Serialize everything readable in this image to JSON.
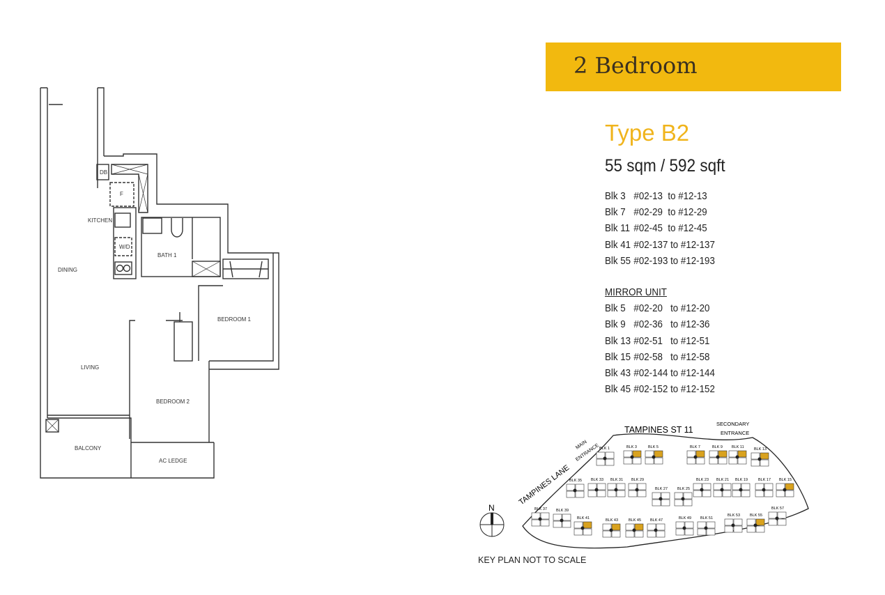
{
  "header": {
    "title": "2 Bedroom"
  },
  "unit": {
    "type": "Type B2",
    "area": "55 sqm / 592 sqft"
  },
  "units": [
    {
      "blk": "Blk 3",
      "from": "#02-13",
      "to": "to #12-13"
    },
    {
      "blk": "Blk 7",
      "from": "#02-29",
      "to": "to #12-29"
    },
    {
      "blk": "Blk 11",
      "from": "#02-45",
      "to": "to #12-45"
    },
    {
      "blk": "Blk 41",
      "from": "#02-137",
      "to": "to #12-137"
    },
    {
      "blk": "Blk 55",
      "from": "#02-193",
      "to": "to #12-193"
    }
  ],
  "mirror": {
    "heading": "MIRROR UNIT",
    "units": [
      {
        "blk": "Blk 5",
        "from": "#02-20",
        "to": "to #12-20"
      },
      {
        "blk": "Blk 9",
        "from": "#02-36",
        "to": "to #12-36"
      },
      {
        "blk": "Blk 13",
        "from": "#02-51",
        "to": "to #12-51"
      },
      {
        "blk": "Blk 15",
        "from": "#02-58",
        "to": "to #12-58"
      },
      {
        "blk": "Blk 43",
        "from": "#02-144",
        "to": "to #12-144"
      },
      {
        "blk": "Blk 45",
        "from": "#02-152",
        "to": "to #12-152"
      }
    ]
  },
  "floorplan": {
    "rooms": {
      "db": "DB",
      "fridge": "F",
      "kitchen": "KITCHEN",
      "wd": "W/D",
      "bath1": "BATH 1",
      "dining": "DINING",
      "bedroom1": "BEDROOM 1",
      "living": "LIVING",
      "bedroom2": "BEDROOM 2",
      "balcony": "BALCONY",
      "acledge": "AC LEDGE"
    }
  },
  "keyplan": {
    "road_north": "TAMPINES ST 11",
    "road_west": "TAMPINES LANE",
    "main_entrance": [
      "MAIN",
      "ENTRANCE"
    ],
    "secondary_entrance": [
      "SECONDARY",
      "ENTRANCE"
    ],
    "north": "N",
    "note": "KEY PLAN NOT TO SCALE",
    "highlight_color": "#D9A21E",
    "blocks": [
      {
        "label": "BLK 1",
        "hl": false
      },
      {
        "label": "BLK 3",
        "hl": true
      },
      {
        "label": "BLK 5",
        "hl": true
      },
      {
        "label": "BLK 7",
        "hl": true
      },
      {
        "label": "BLK 9",
        "hl": true
      },
      {
        "label": "BLK 11",
        "hl": true
      },
      {
        "label": "BLK 13",
        "hl": true
      },
      {
        "label": "BLK 35",
        "hl": false
      },
      {
        "label": "BLK 33",
        "hl": false
      },
      {
        "label": "BLK 31",
        "hl": false
      },
      {
        "label": "BLK 29",
        "hl": false
      },
      {
        "label": "BLK 27",
        "hl": false
      },
      {
        "label": "BLK 25",
        "hl": false
      },
      {
        "label": "BLK 23",
        "hl": false
      },
      {
        "label": "BLK 21",
        "hl": false
      },
      {
        "label": "BLK 19",
        "hl": false
      },
      {
        "label": "BLK 17",
        "hl": false
      },
      {
        "label": "BLK 15",
        "hl": true
      },
      {
        "label": "BLK 37",
        "hl": false
      },
      {
        "label": "BLK 39",
        "hl": false
      },
      {
        "label": "BLK 41",
        "hl": true
      },
      {
        "label": "BLK 43",
        "hl": true
      },
      {
        "label": "BLK 45",
        "hl": true
      },
      {
        "label": "BLK 47",
        "hl": false
      },
      {
        "label": "BLK 49",
        "hl": false
      },
      {
        "label": "BLK 51",
        "hl": false
      },
      {
        "label": "BLK 53",
        "hl": false
      },
      {
        "label": "BLK 55",
        "hl": true
      },
      {
        "label": "BLK 57",
        "hl": false
      }
    ]
  }
}
